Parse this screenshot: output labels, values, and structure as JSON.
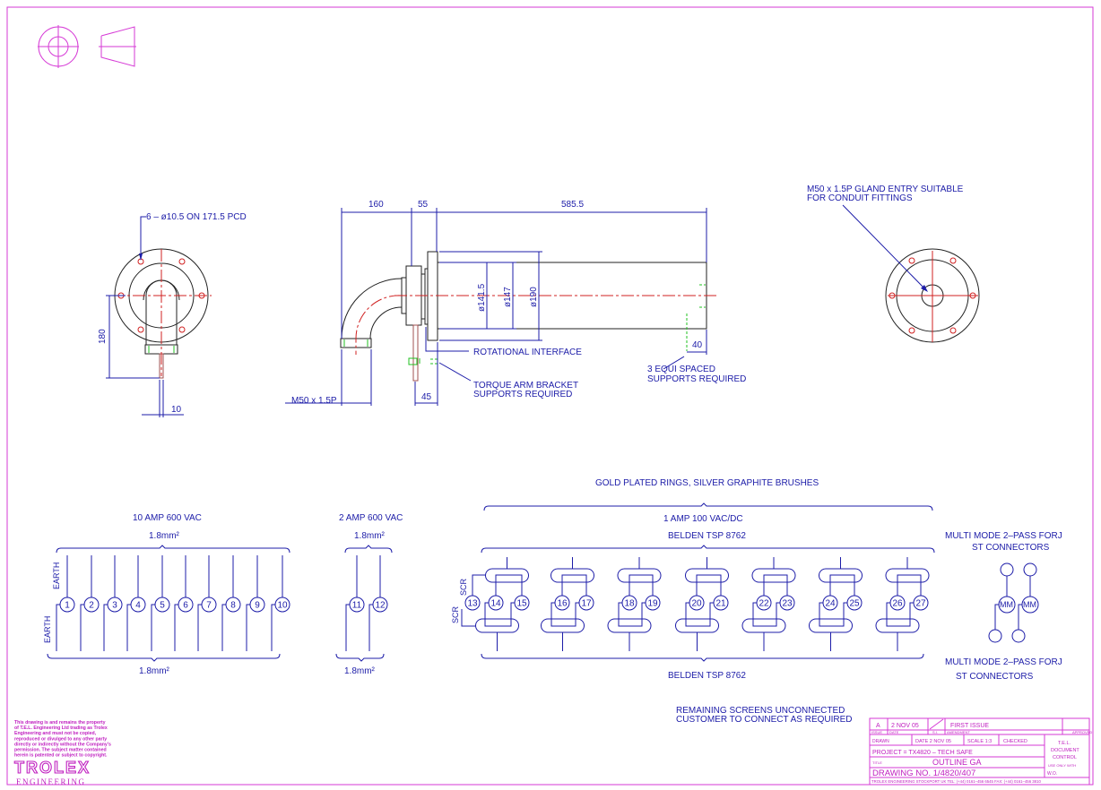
{
  "end_view_left": {
    "pcd_note": "6 – ø10.5 ON 171.5 PCD",
    "dim_height": "180",
    "dim_pin": "10"
  },
  "side_view": {
    "dim_160": "160",
    "dim_55": "55",
    "dim_585": "585.5",
    "dia_141": "ø141.5",
    "dia_147": "ø147",
    "dia_190": "ø190",
    "rotational_interface": "ROTATIONAL  INTERFACE",
    "torque_arm_1": "TORQUE  ARM  BRACKET",
    "torque_arm_2": "SUPPORTS  REQUIRED",
    "dim_45": "45",
    "dim_40": "40",
    "m50": "M50  x  1.5P",
    "supports_1": "3  EQUI  SPACED",
    "supports_2": "SUPPORTS  REQUIRED"
  },
  "end_view_right": {
    "gland_1": "M50  x  1.5P  GLAND  ENTRY  SUITABLE",
    "gland_2": "FOR  CONDUIT  FITTINGS"
  },
  "wiring": {
    "power_rating": "10  AMP  600  VAC",
    "power_top_size": "1.8mm²",
    "power_bottom_size": "1.8mm²",
    "earth": "EARTH",
    "power_terminals": [
      "1",
      "2",
      "3",
      "4",
      "5",
      "6",
      "7",
      "8",
      "9",
      "10"
    ],
    "aux_rating": "2  AMP  600  VAC",
    "aux_top_size": "1.8mm²",
    "aux_bottom_size": "1.8mm²",
    "aux_terminals": [
      "11",
      "12"
    ],
    "gold_note": "GOLD  PLATED  RINGS,  SILVER  GRAPHITE  BRUSHES",
    "signal_rating": "1  AMP  100  VAC/DC",
    "belden_top": "BELDEN  TSP  8762",
    "belden_bottom": "BELDEN  TSP  8762",
    "scr": "SCR",
    "screen_terminal": "13",
    "signal_pairs": [
      [
        "14",
        "15"
      ],
      [
        "16",
        "17"
      ],
      [
        "18",
        "19"
      ],
      [
        "20",
        "21"
      ],
      [
        "22",
        "23"
      ],
      [
        "24",
        "25"
      ],
      [
        "26",
        "27"
      ]
    ],
    "fibre_top_1": "MULTI  MODE  2–PASS  FORJ",
    "fibre_top_2": "ST  CONNECTORS",
    "fibre_label": "MM",
    "fibre_bottom_1": "MULTI  MODE  2–PASS  FORJ",
    "fibre_bottom_2": "ST  CONNECTORS",
    "screens_1": "REMAINING  SCREENS  UNCONNECTED",
    "screens_2": "CUSTOMER  TO  CONNECT  AS  REQUIRED"
  },
  "copyright": [
    "This drawing is and remains the property",
    "of T.E.L. Engineering Ltd trading as Trolex",
    "Engineering and must not be copied,",
    "reproduced or divulged to any other party",
    "directly or indirectly without the Company's",
    "permission. The subject matter contained",
    "herein is patented or subject to copyright."
  ],
  "logo": {
    "name": "TROLEX",
    "sub": "ENGINEERING"
  },
  "title_block": {
    "issue": "A",
    "issue_date": "2 NOV 05",
    "amendment": "FIRST  ISSUE",
    "lbl_issue": "ISSUE",
    "lbl_date": "DATE",
    "lbl_si": "S.I.",
    "lbl_amendment": "AMENDMENT",
    "lbl_approved": "APPROVED",
    "drawn": "DRAWN",
    "date": "DATE  2  NOV  05",
    "scale": "SCALE  1:3",
    "checked": "CHECKED",
    "project": "PROJECT  =   TX4820  –  TECH  SAFE",
    "lbl_title": "TITLE",
    "title": "OUTLINE  GA",
    "drawing_no": "DRAWING  NO.  1/4820/407",
    "doc_control": [
      "T.E.L.",
      "DOCUMENT",
      "CONTROL",
      "USE ONLY WITH",
      "W.O."
    ],
    "footer": "TROLEX  ENGINEERING  STOCKPORT   UK  TEL:  (+44)  0161–456  6545  FAX:  (+44)  0161–456  3810"
  },
  "colors": {
    "frame": "#d63ad6",
    "dimension": "#1c1ca8",
    "centerline": "#d02020",
    "hidden": "#20c020"
  }
}
